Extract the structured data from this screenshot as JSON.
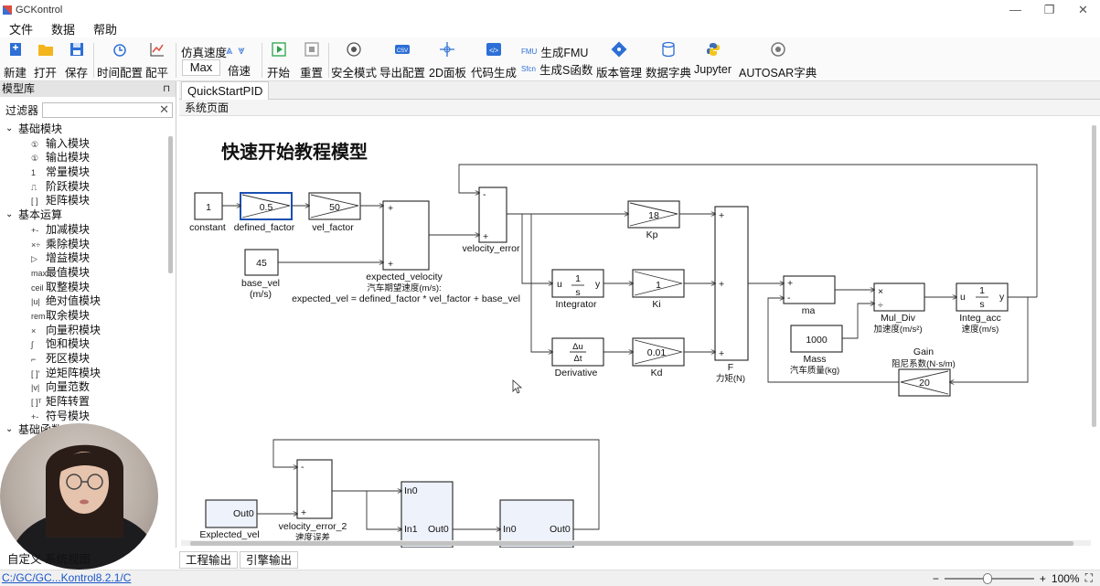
{
  "window": {
    "title": "GCKontrol"
  },
  "menu": [
    "文件",
    "数据",
    "帮助"
  ],
  "toolbar": {
    "new": "新建",
    "open": "打开",
    "save": "保存",
    "time_config": "时间配置",
    "trim": "配平",
    "sim_speed_label": "仿真速度",
    "sim_speed_value": "Max",
    "speed_multiplier": "倍速",
    "start": "开始",
    "reset": "重置",
    "safe_mode": "安全模式",
    "export_config": "导出配置",
    "panel_2d": "2D面板",
    "codegen": "代码生成",
    "gen_fmu": "生成FMU",
    "gen_s_func": "生成S函数",
    "version_mgmt": "版本管理",
    "data_dict": "数据字典",
    "jupyter": "Jupyter",
    "autosar": "AUTOSAR字典"
  },
  "left_panel": {
    "title": "模型库",
    "filter_label": "过滤器",
    "tree": [
      {
        "type": "cat",
        "label": "基础模块"
      },
      {
        "type": "item",
        "icon": "①",
        "label": "输入模块"
      },
      {
        "type": "item",
        "icon": "①",
        "label": "输出模块"
      },
      {
        "type": "item",
        "icon": "1",
        "label": "常量模块"
      },
      {
        "type": "item",
        "icon": "⎍",
        "label": "阶跃模块"
      },
      {
        "type": "item",
        "icon": "[ ]",
        "label": "矩阵模块"
      },
      {
        "type": "cat",
        "label": "基本运算"
      },
      {
        "type": "item",
        "icon": "+-",
        "label": "加减模块"
      },
      {
        "type": "item",
        "icon": "×÷",
        "label": "乘除模块"
      },
      {
        "type": "item",
        "icon": "▷",
        "label": "增益模块"
      },
      {
        "type": "item",
        "icon": "max",
        "label": "最值模块"
      },
      {
        "type": "item",
        "icon": "ceil",
        "label": "取整模块"
      },
      {
        "type": "item",
        "icon": "|u|",
        "label": "绝对值模块"
      },
      {
        "type": "item",
        "icon": "rem",
        "label": "取余模块"
      },
      {
        "type": "item",
        "icon": "×",
        "label": "向量积模块"
      },
      {
        "type": "item",
        "icon": "∫",
        "label": "饱和模块"
      },
      {
        "type": "item",
        "icon": "⌐",
        "label": "死区模块"
      },
      {
        "type": "item",
        "icon": "[ ]'",
        "label": "逆矩阵模块"
      },
      {
        "type": "item",
        "icon": "|v|",
        "label": "向量范数"
      },
      {
        "type": "item",
        "icon": "[ ]ᵀ",
        "label": "矩阵转置"
      },
      {
        "type": "item",
        "icon": "+-",
        "label": "符号模块"
      },
      {
        "type": "cat",
        "label": "基础函数"
      }
    ]
  },
  "doc_tab": "QuickStartPID",
  "sub_header": "系统页面",
  "diagram": {
    "title": "快速开始教程模型",
    "constant_value": "1",
    "constant_label": "constant",
    "defined_factor_value": "0.5",
    "defined_factor_label": "defined_factor",
    "vel_factor_value": "50",
    "vel_factor_label": "vel_factor",
    "base_vel_value": "45",
    "base_vel_label": "base_vel",
    "base_vel_unit": "(m/s)",
    "expected_velocity_label": "expected_velocity",
    "expected_velocity_cn": "汽车期望速度(m/s):",
    "expected_formula": "expected_vel = defined_factor * vel_factor + base_vel",
    "velocity_error_label": "velocity_error",
    "kp_value": "18",
    "kp_label": "Kp",
    "integrator_label": "Integrator",
    "ki_value": "1",
    "ki_label": "Ki",
    "derivative_label": "Derivative",
    "kd_value": "0.01",
    "kd_label": "Kd",
    "f_label": "F",
    "f_cn": "力矩(N)",
    "ma_label": "ma",
    "mass_value": "1000",
    "mass_label": "Mass",
    "mass_cn": "汽车质量(kg)",
    "mul_div_label": "Mul_Div",
    "mul_div_cn": "加速度(m/s²)",
    "integ_acc_label": "Integ_acc",
    "integ_acc_cn": "速度(m/s)",
    "gain_label": "Gain",
    "gain_cn": "阻尼系数(N·s/m)",
    "gain_value": "20",
    "expected_vel_label": "Explected_vel",
    "expected_vel_port": "Out0",
    "velocity_error2_label": "velocity_error_2",
    "velocity_error2_cn": "速度误差",
    "sub1_in0": "In0",
    "sub1_in1": "In1",
    "sub1_out0": "Out0",
    "sub2_in0": "In0",
    "sub2_out0": "Out0"
  },
  "bottom_tabs": [
    "工程输出",
    "引擎输出"
  ],
  "left_bottom": "自定义 系统视图",
  "status": {
    "path": "C:/GC/GC...Kontrol8.2.1/C",
    "zoom": "100%"
  }
}
